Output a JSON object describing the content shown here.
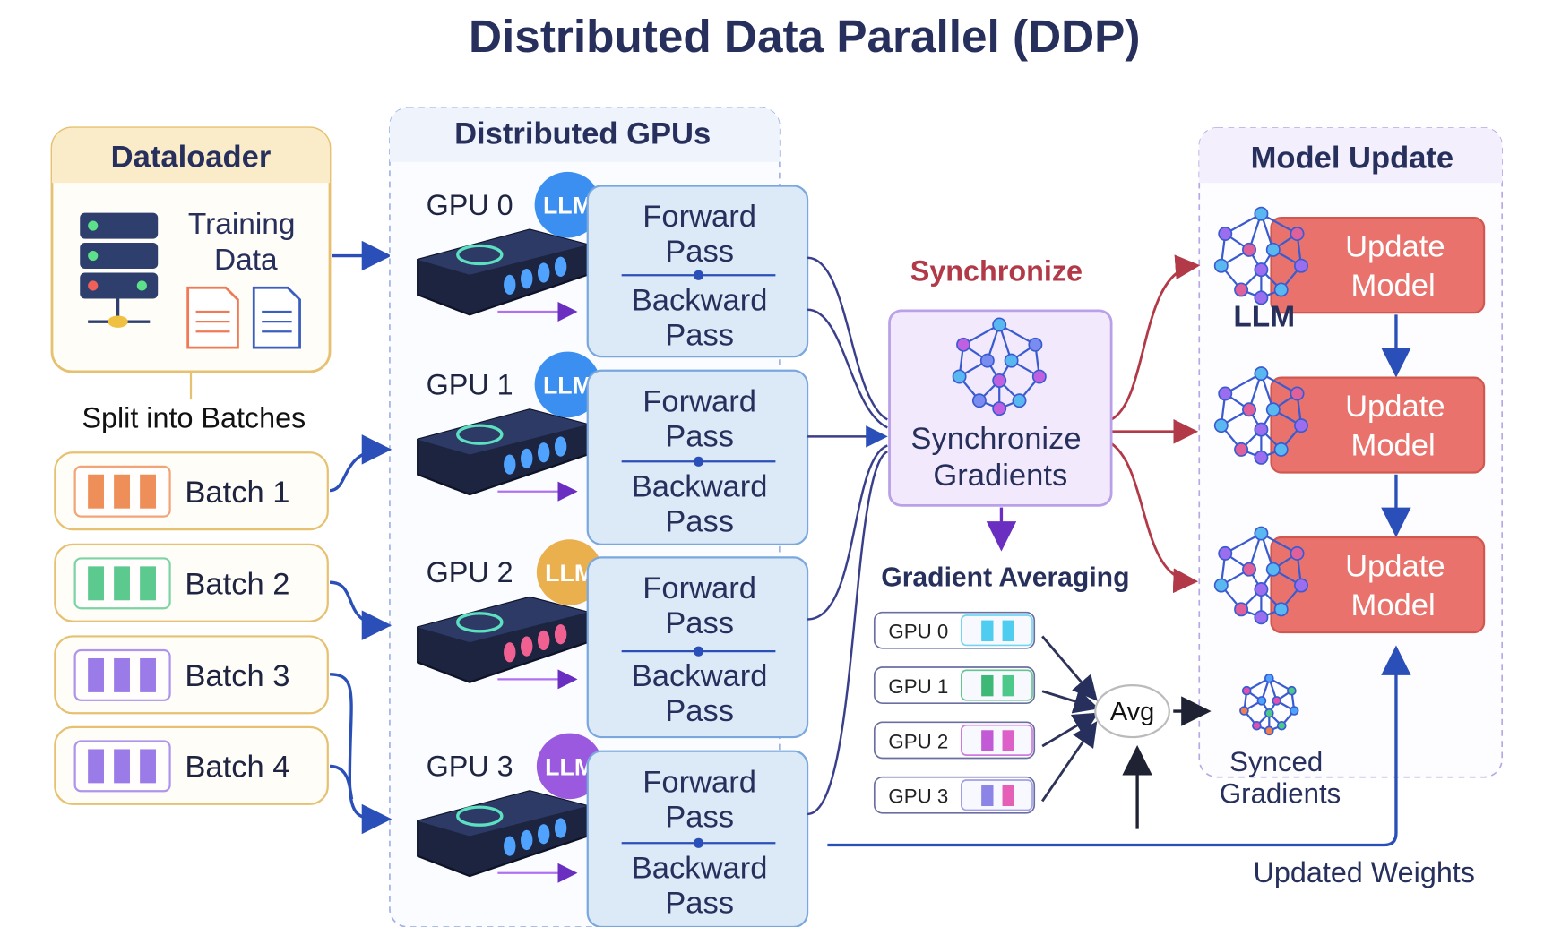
{
  "title": "Distributed Data Parallel (DDP)",
  "dataloader": {
    "header": "Dataloader",
    "training_data": [
      "Training",
      "Data"
    ],
    "split_label": "Split into Batches",
    "batches": [
      {
        "label": "Batch 1",
        "color": "#ee8e58"
      },
      {
        "label": "Batch 2",
        "color": "#5cc98f"
      },
      {
        "label": "Batch 3",
        "color": "#9a7be8"
      },
      {
        "label": "Batch 4",
        "color": "#9a7be8"
      }
    ]
  },
  "gpus_panel": {
    "header": "Distributed GPUs",
    "gpus": [
      {
        "label": "GPU 0",
        "badge": "LLM",
        "badge_color": "#3b8ff0",
        "forward": [
          "Forward",
          "Pass"
        ],
        "backward": [
          "Backward",
          "Pass"
        ]
      },
      {
        "label": "GPU 1",
        "badge": "LLM",
        "badge_color": "#3b8ff0",
        "forward": [
          "Forward",
          "Pass"
        ],
        "backward": [
          "Backward",
          "Pass"
        ]
      },
      {
        "label": "GPU 2",
        "badge": "LLM",
        "badge_color": "#eab04e",
        "forward": [
          "Forward",
          "Pass"
        ],
        "backward": [
          "Backward",
          "Pass"
        ]
      },
      {
        "label": "GPU 3",
        "badge": "LLM",
        "badge_color": "#9b59e0",
        "forward": [
          "Forward",
          "Pass"
        ],
        "backward": [
          "Backward",
          "Pass"
        ]
      }
    ]
  },
  "sync": {
    "label": "Synchronize",
    "box": [
      "Synchronize",
      "Gradients"
    ],
    "averaging_label": "Gradient Averaging",
    "chips": [
      {
        "label": "GPU 0",
        "colors": [
          "#4fcdf0",
          "#4fcdf0"
        ]
      },
      {
        "label": "GPU 1",
        "colors": [
          "#3db877",
          "#4cc88a"
        ]
      },
      {
        "label": "GPU 2",
        "colors": [
          "#c25ad6",
          "#dd5fc8"
        ]
      },
      {
        "label": "GPU 3",
        "colors": [
          "#8c84e6",
          "#e45fb5"
        ]
      }
    ],
    "avg": "Avg",
    "synced": [
      "Synced",
      "Gradients"
    ]
  },
  "model_update": {
    "header": "Model Update",
    "llm_label": "LLM",
    "boxes": [
      [
        "Update",
        "Model"
      ],
      [
        "Update",
        "Model"
      ],
      [
        "Update",
        "Model"
      ]
    ],
    "updated_weights": "Updated Weights"
  },
  "colors": {
    "navy": "#27305c",
    "sync_red": "#b23a48",
    "update_red": "#e9736c",
    "pass_blue": "#dceaf8"
  }
}
